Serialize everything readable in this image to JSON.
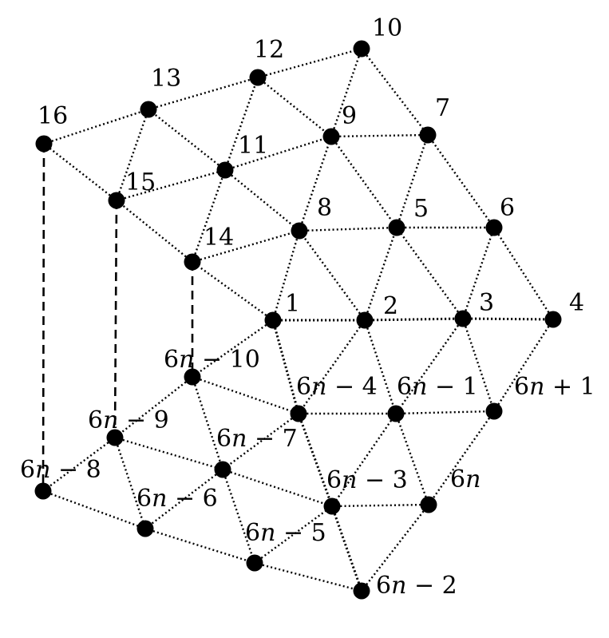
{
  "figure": {
    "vertices": [
      {
        "id": "1",
        "label": "1"
      },
      {
        "id": "2",
        "label": "2"
      },
      {
        "id": "3",
        "label": "3"
      },
      {
        "id": "4",
        "label": "4"
      },
      {
        "id": "5",
        "label": "5"
      },
      {
        "id": "6",
        "label": "6"
      },
      {
        "id": "7",
        "label": "7"
      },
      {
        "id": "8",
        "label": "8"
      },
      {
        "id": "9",
        "label": "9"
      },
      {
        "id": "10",
        "label": "10"
      },
      {
        "id": "11",
        "label": "11"
      },
      {
        "id": "12",
        "label": "12"
      },
      {
        "id": "13",
        "label": "13"
      },
      {
        "id": "14",
        "label": "14"
      },
      {
        "id": "15",
        "label": "15"
      },
      {
        "id": "16",
        "label": "16"
      },
      {
        "id": "6n-10",
        "label": "6n − 10"
      },
      {
        "id": "6n-9",
        "label": "6n − 9"
      },
      {
        "id": "6n-8",
        "label": "6n − 8"
      },
      {
        "id": "6n-7",
        "label": "6n − 7"
      },
      {
        "id": "6n-6",
        "label": "6n − 6"
      },
      {
        "id": "6n-5",
        "label": "6n − 5"
      },
      {
        "id": "6n-4",
        "label": "6n − 4"
      },
      {
        "id": "6n-3",
        "label": "6n − 3"
      },
      {
        "id": "6n-2",
        "label": "6n − 2"
      },
      {
        "id": "6n-1",
        "label": "6n − 1"
      },
      {
        "id": "6n",
        "label": "6n"
      },
      {
        "id": "6n+1",
        "label": "6n + 1"
      }
    ],
    "edges": [
      [
        "1",
        "2",
        "solid-dotted"
      ],
      [
        "2",
        "3",
        "solid-dotted"
      ],
      [
        "3",
        "4",
        "solid-dotted"
      ],
      [
        "1",
        "8",
        "dotted"
      ],
      [
        "2",
        "8",
        "dotted"
      ],
      [
        "2",
        "5",
        "dotted"
      ],
      [
        "3",
        "5",
        "dotted"
      ],
      [
        "3",
        "6",
        "dotted"
      ],
      [
        "4",
        "6",
        "dotted"
      ],
      [
        "8",
        "5",
        "dotted"
      ],
      [
        "5",
        "6",
        "dotted"
      ],
      [
        "8",
        "9",
        "dotted"
      ],
      [
        "9",
        "5",
        "dotted"
      ],
      [
        "5",
        "7",
        "dotted"
      ],
      [
        "7",
        "6",
        "dotted"
      ],
      [
        "9",
        "7",
        "dotted"
      ],
      [
        "9",
        "10",
        "dotted"
      ],
      [
        "10",
        "7",
        "dotted"
      ],
      [
        "1",
        "14",
        "dotted"
      ],
      [
        "14",
        "8",
        "dotted"
      ],
      [
        "14",
        "11",
        "dotted"
      ],
      [
        "11",
        "8",
        "dotted"
      ],
      [
        "11",
        "9",
        "dotted"
      ],
      [
        "11",
        "12",
        "dotted"
      ],
      [
        "12",
        "9",
        "dotted"
      ],
      [
        "12",
        "10",
        "dotted"
      ],
      [
        "14",
        "15",
        "dotted"
      ],
      [
        "15",
        "11",
        "dotted"
      ],
      [
        "11",
        "13",
        "dotted"
      ],
      [
        "13",
        "12",
        "dotted"
      ],
      [
        "15",
        "13",
        "dotted"
      ],
      [
        "15",
        "16",
        "dotted"
      ],
      [
        "16",
        "13",
        "dotted"
      ],
      [
        "1",
        "6n-10",
        "dotted"
      ],
      [
        "1",
        "6n-4",
        "bold-dotted"
      ],
      [
        "2",
        "6n-4",
        "dotted"
      ],
      [
        "2",
        "6n-1",
        "dotted"
      ],
      [
        "3",
        "6n-1",
        "dotted"
      ],
      [
        "3",
        "6n+1",
        "dotted"
      ],
      [
        "4",
        "6n+1",
        "dotted"
      ],
      [
        "6n-4",
        "6n-1",
        "dotted"
      ],
      [
        "6n-1",
        "6n+1",
        "dotted"
      ],
      [
        "6n-10",
        "6n-4",
        "dotted"
      ],
      [
        "6n-10",
        "6n-7",
        "dotted"
      ],
      [
        "6n-10",
        "6n-9",
        "dotted"
      ],
      [
        "6n-4",
        "6n-7",
        "dotted"
      ],
      [
        "6n-4",
        "6n-3",
        "bold-dotted"
      ],
      [
        "6n-1",
        "6n-3",
        "dotted"
      ],
      [
        "6n-1",
        "6n",
        "dotted"
      ],
      [
        "6n+1",
        "6n",
        "dotted"
      ],
      [
        "6n-3",
        "6n",
        "dotted"
      ],
      [
        "6n-9",
        "6n-7",
        "dotted"
      ],
      [
        "6n-9",
        "6n-8",
        "dotted"
      ],
      [
        "6n-9",
        "6n-6",
        "dotted"
      ],
      [
        "6n-7",
        "6n-6",
        "dotted"
      ],
      [
        "6n-7",
        "6n-3",
        "dotted"
      ],
      [
        "6n-7",
        "6n-5",
        "dotted"
      ],
      [
        "6n-8",
        "6n-6",
        "dotted"
      ],
      [
        "6n-6",
        "6n-5",
        "dotted"
      ],
      [
        "6n-5",
        "6n-3",
        "dotted"
      ],
      [
        "6n-5",
        "6n-2",
        "dotted"
      ],
      [
        "6n-3",
        "6n-2",
        "bold-dotted"
      ],
      [
        "6n",
        "6n-2",
        "dotted"
      ],
      [
        "14",
        "6n-10",
        "dashed"
      ],
      [
        "15",
        "6n-9",
        "dashed"
      ],
      [
        "16",
        "6n-8",
        "dashed"
      ]
    ]
  }
}
